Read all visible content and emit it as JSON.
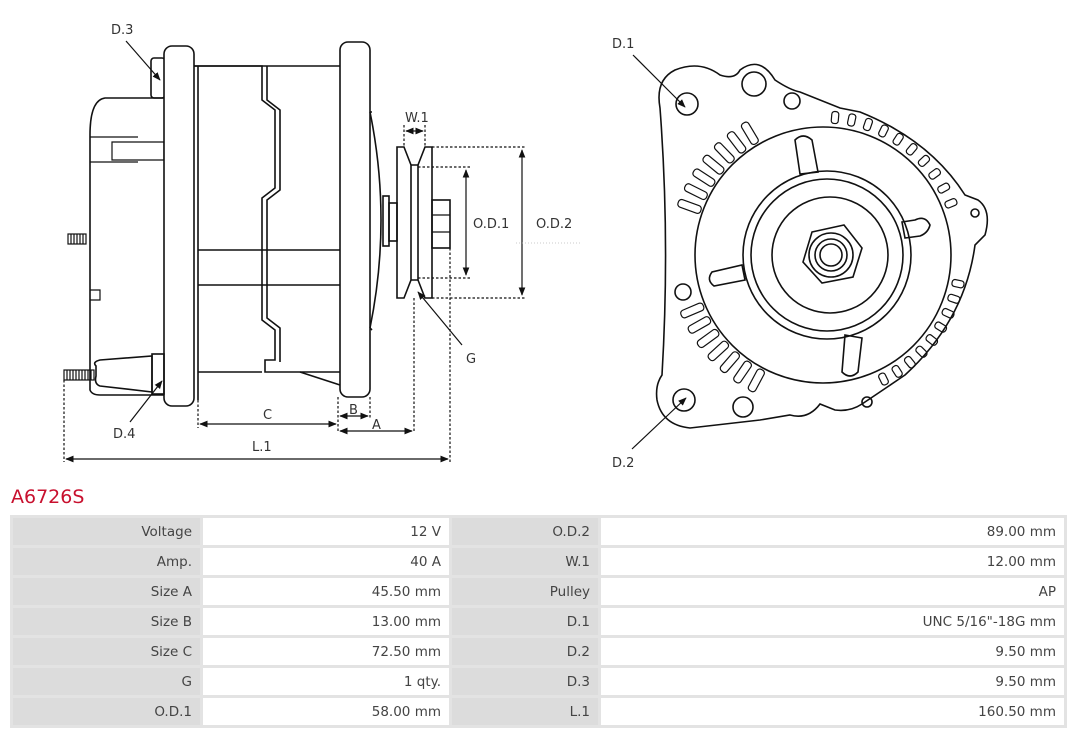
{
  "product": {
    "part_number": "A6726S",
    "accent_color": "#c8102e"
  },
  "diagram": {
    "labels": {
      "d1": "D.1",
      "d2": "D.2",
      "d3": "D.3",
      "d4": "D.4",
      "w1": "W.1",
      "od1": "O.D.1",
      "od2": "O.D.2",
      "g": "G",
      "a": "A",
      "b": "B",
      "c": "C",
      "l1": "L.1"
    }
  },
  "specs": {
    "rows": [
      {
        "left_label": "Voltage",
        "left_value": "12 V",
        "right_label": "O.D.2",
        "right_value": "89.00 mm"
      },
      {
        "left_label": "Amp.",
        "left_value": "40 A",
        "right_label": "W.1",
        "right_value": "12.00 mm"
      },
      {
        "left_label": "Size A",
        "left_value": "45.50 mm",
        "right_label": "Pulley",
        "right_value": "AP"
      },
      {
        "left_label": "Size B",
        "left_value": "13.00 mm",
        "right_label": "D.1",
        "right_value": "UNC 5/16\"-18G mm"
      },
      {
        "left_label": "Size C",
        "left_value": "72.50 mm",
        "right_label": "D.2",
        "right_value": "9.50 mm"
      },
      {
        "left_label": "G",
        "left_value": "1 qty.",
        "right_label": "D.3",
        "right_value": "9.50 mm"
      },
      {
        "left_label": "O.D.1",
        "left_value": "58.00 mm",
        "right_label": "L.1",
        "right_value": "160.50 mm"
      }
    ]
  }
}
